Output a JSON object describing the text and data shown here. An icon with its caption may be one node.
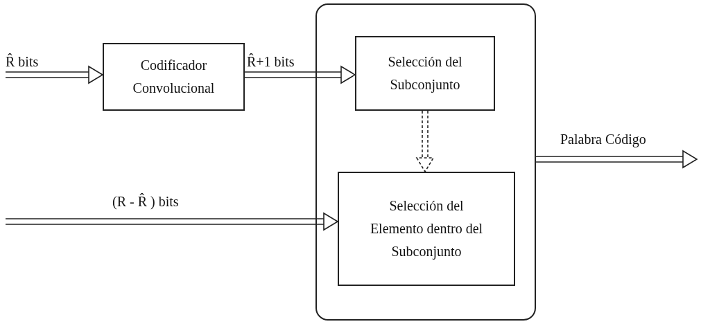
{
  "diagram": {
    "nodes": [
      {
        "text": [
          "Codificador Convolucional"
        ]
      },
      {
        "text": [],
        "shape": "box"
      },
      {
        "text": [
          "Selección del Subconjunto"
        ],
        "in": 1
      },
      {
        "text": [
          "Selección del Elemento dentro del Subconjunto"
        ],
        "in": 1
      }
    ],
    "edges": [
      {
        "from": null,
        "to": 0,
        "arrow": "to",
        "label": "R̂ bits"
      },
      {
        "from": 0,
        "to": 2,
        "arrow": "to",
        "label": "R̂+1 bits"
      },
      {
        "from": 2,
        "to": 3,
        "arrow": "to",
        "style": "dashed"
      },
      {
        "from": null,
        "to": 3,
        "arrow": "to",
        "label": "(R - R̂ ) bits"
      },
      {
        "from": 1,
        "to": null,
        "arrow": "to",
        "label": "Palabra Código"
      }
    ]
  }
}
